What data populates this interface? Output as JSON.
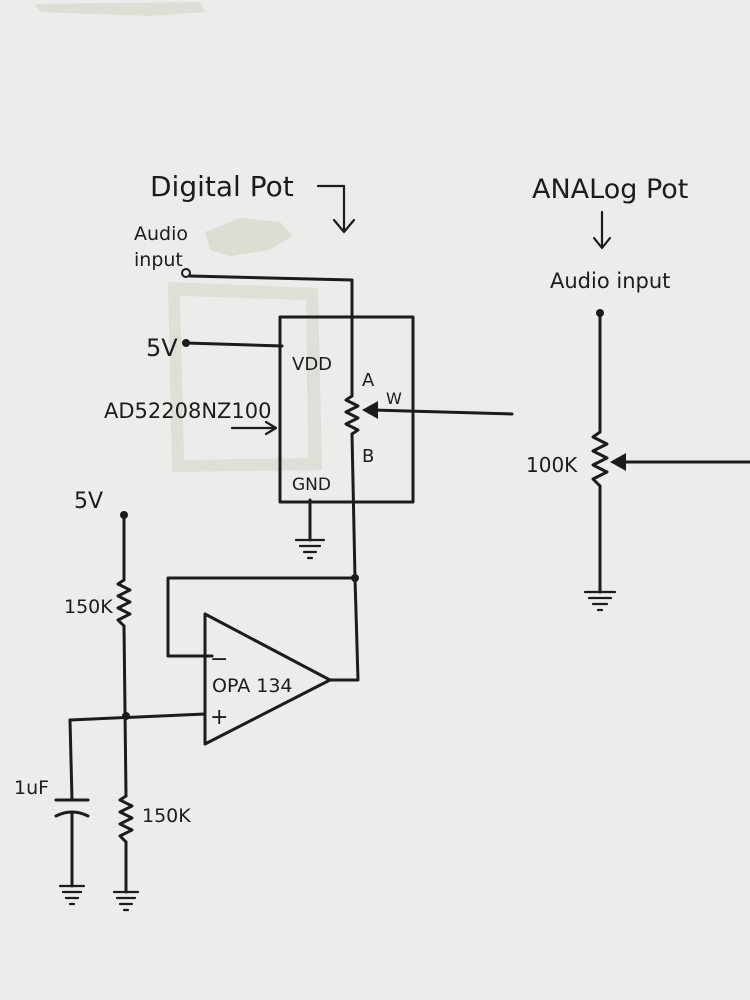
{
  "labels": {
    "digital_title": "Digital Pot",
    "analog_title": "ANALog Pot",
    "audio_input_left_1": "Audio",
    "audio_input_left_2": "input",
    "audio_input_right": "Audio input",
    "supply_left_top": "5V",
    "supply_bottom": "5V",
    "vdd": "VDD",
    "gnd": "GND",
    "pin_a": "A",
    "pin_b": "B",
    "pin_w": "W",
    "chip": "AD52208NZ100",
    "opamp": "OPA 134",
    "opamp_minus": "−",
    "opamp_plus": "+",
    "res_top": "150K",
    "res_bottom": "150K",
    "cap": "1uF",
    "analog_res": "100K"
  },
  "colors": {
    "paper": "#ececea",
    "ink": "#1c1c1c",
    "glue": "#dcddd3"
  }
}
